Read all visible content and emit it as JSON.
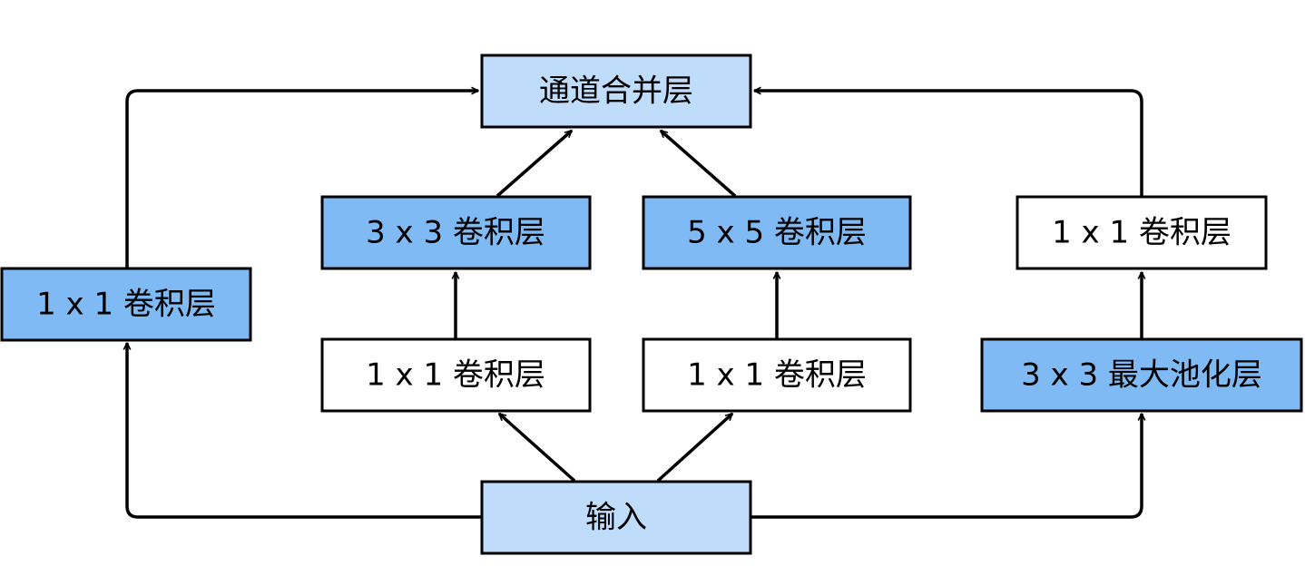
{
  "colors": {
    "light_blue": "#bfdcfa",
    "mid_blue": "#7fbaf5",
    "white": "#ffffff",
    "stroke": "#000000"
  },
  "nodes": {
    "concat": {
      "label": "通道合并层",
      "fill": "light_blue"
    },
    "branch1_conv1x1": {
      "label": "1 x 1 卷积层",
      "fill": "mid_blue"
    },
    "branch2_conv3x3": {
      "label": "3 x 3 卷积层",
      "fill": "mid_blue"
    },
    "branch2_conv1x1": {
      "label": "1 x 1 卷积层",
      "fill": "white"
    },
    "branch3_conv5x5": {
      "label": "5 x 5 卷积层",
      "fill": "mid_blue"
    },
    "branch3_conv1x1": {
      "label": "1 x 1 卷积层",
      "fill": "white"
    },
    "branch4_conv1x1": {
      "label": "1 x 1 卷积层",
      "fill": "white"
    },
    "branch4_maxpool": {
      "label": "3 x 3 最大池化层",
      "fill": "mid_blue"
    },
    "input": {
      "label": "输入",
      "fill": "light_blue"
    }
  },
  "edges": [
    {
      "from": "input",
      "to": "branch1_conv1x1"
    },
    {
      "from": "branch1_conv1x1",
      "to": "concat"
    },
    {
      "from": "input",
      "to": "branch2_conv1x1"
    },
    {
      "from": "branch2_conv1x1",
      "to": "branch2_conv3x3"
    },
    {
      "from": "branch2_conv3x3",
      "to": "concat"
    },
    {
      "from": "input",
      "to": "branch3_conv1x1"
    },
    {
      "from": "branch3_conv1x1",
      "to": "branch3_conv5x5"
    },
    {
      "from": "branch3_conv5x5",
      "to": "concat"
    },
    {
      "from": "input",
      "to": "branch4_maxpool"
    },
    {
      "from": "branch4_maxpool",
      "to": "branch4_conv1x1"
    },
    {
      "from": "branch4_conv1x1",
      "to": "concat"
    }
  ]
}
